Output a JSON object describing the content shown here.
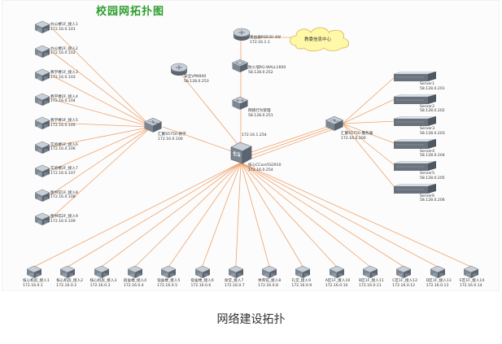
{
  "title": "校园网拓扑图",
  "caption": "网络建设拓扑",
  "colors": {
    "link": "#f0a26a",
    "title": "#2e9c2e",
    "device_dark": "#5b6470",
    "device_light": "#c9cfd6"
  },
  "core": {
    "name": "核心CCore5S2910",
    "ip": "172.16.0.254",
    "ip_top": "172.16.1.254"
  },
  "router": {
    "name": "路由器RSR30-4W",
    "ip": "172.16.1.1"
  },
  "cloud": {
    "label": "教委信息中心"
  },
  "firewall": {
    "name": "防火墙RG-WALL1600",
    "ip": "58.128.0.252"
  },
  "behavior_mgmt": {
    "name": "网络行为管理",
    "ip": "58.128.0.251"
  },
  "vpn": {
    "name": "安全VPN900",
    "ip": "58.128.0.253"
  },
  "agg_left": {
    "name": "汇聚S5750-教学",
    "ip": "172.16.0.100"
  },
  "agg_right": {
    "name": "汇聚S5750-服务器",
    "ip": "172.16.0.200"
  },
  "left_switches": [
    {
      "name": "办公楼1F_接入1",
      "ip": "172.16.0.101"
    },
    {
      "name": "办公楼2F_接入2",
      "ip": "172.16.0.102"
    },
    {
      "name": "教学楼1F_接入3",
      "ip": "172.16.0.103"
    },
    {
      "name": "教学楼2F_接入4",
      "ip": "172.16.0.104"
    },
    {
      "name": "教学楼3F_接入5",
      "ip": "172.16.0.105"
    },
    {
      "name": "实验楼1F_接入6",
      "ip": "172.16.0.106"
    },
    {
      "name": "实验楼2F_接入7",
      "ip": "172.16.0.107"
    },
    {
      "name": "图书馆1F_接入8",
      "ip": "172.16.0.108"
    },
    {
      "name": "图书馆2F_接入9",
      "ip": "172.16.0.109"
    }
  ],
  "servers": [
    {
      "name": "Server1",
      "ip": "58.128.0.201"
    },
    {
      "name": "Server2",
      "ip": "58.128.0.202"
    },
    {
      "name": "Server3",
      "ip": "58.128.0.203"
    },
    {
      "name": "Server4",
      "ip": "58.128.0.204"
    },
    {
      "name": "Server5",
      "ip": "58.128.0.205"
    },
    {
      "name": "Server6",
      "ip": "58.128.0.206"
    }
  ],
  "bottom_switches": [
    {
      "name": "核心机房_接入1",
      "ip": "172.16.0.1"
    },
    {
      "name": "核心机房_接入2",
      "ip": "172.16.0.2"
    },
    {
      "name": "核心机房_接入3",
      "ip": "172.16.0.3"
    },
    {
      "name": "宿舍楼_接入4",
      "ip": "172.16.0.4"
    },
    {
      "name": "宿舍楼_接入5",
      "ip": "172.16.0.5"
    },
    {
      "name": "宿舍楼_接入6",
      "ip": "172.16.0.6"
    },
    {
      "name": "食堂_接入7",
      "ip": "172.16.0.7"
    },
    {
      "name": "体育馆_接入8",
      "ip": "172.16.0.8"
    },
    {
      "name": "礼堂_接入9",
      "ip": "172.16.0.9"
    },
    {
      "name": "A区1F_接入10",
      "ip": "172.16.0.10"
    },
    {
      "name": "B区1F_接入11",
      "ip": "172.16.0.11"
    },
    {
      "name": "C区1F_接入12",
      "ip": "172.16.0.12"
    },
    {
      "name": "D区1F_接入13",
      "ip": "172.16.0.13"
    },
    {
      "name": "E区1F_接入14",
      "ip": "172.16.0.14"
    }
  ]
}
